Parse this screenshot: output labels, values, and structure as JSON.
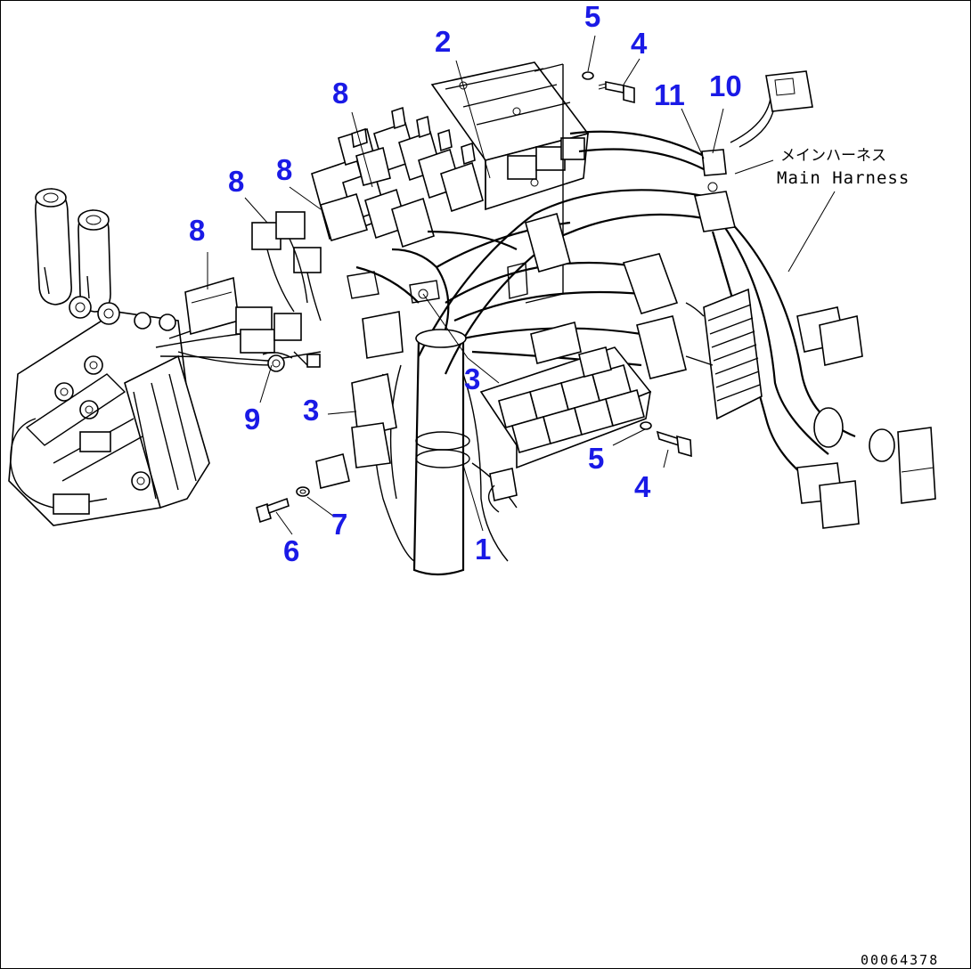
{
  "callouts": {
    "c1": "1",
    "c2": "2",
    "c3a": "3",
    "c3b": "3",
    "c4a": "4",
    "c4b": "4",
    "c5a": "5",
    "c5b": "5",
    "c6": "6",
    "c7": "7",
    "c8a": "8",
    "c8b": "8",
    "c8c": "8",
    "c8d": "8",
    "c9": "9",
    "c10": "10",
    "c11": "11"
  },
  "label": {
    "japanese": "メインハーネス",
    "english": "Main Harness"
  },
  "document_number": "00064378",
  "colors": {
    "callout": "#1a1ae6",
    "line": "#000000",
    "background": "#ffffff"
  }
}
